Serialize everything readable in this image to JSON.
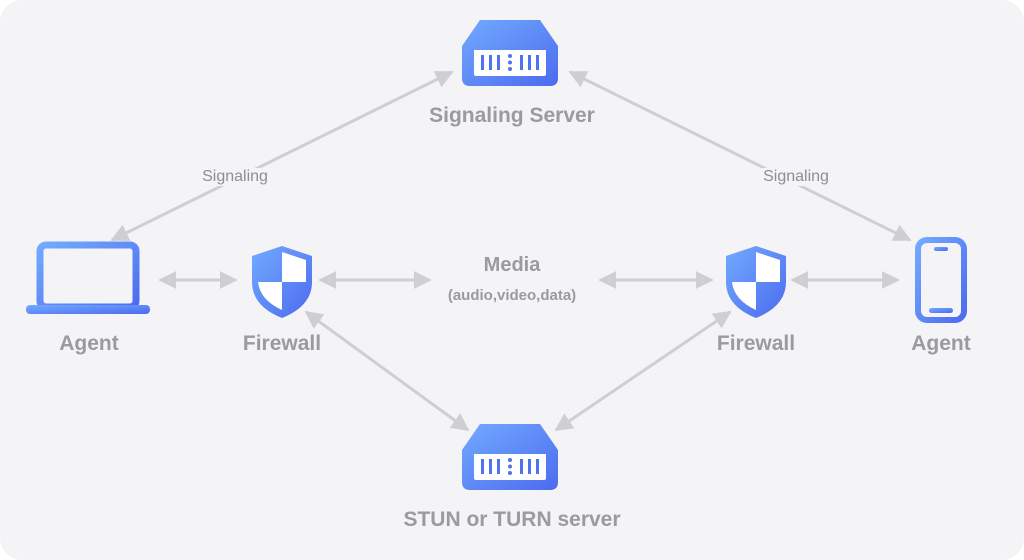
{
  "nodes": {
    "signaling_server": "Signaling Server",
    "agent_left": "Agent",
    "firewall_left": "Firewall",
    "firewall_right": "Firewall",
    "agent_right": "Agent",
    "stun_turn": "STUN or TURN server"
  },
  "edges": {
    "signaling_left": "Signaling",
    "signaling_right": "Signaling",
    "media_title": "Media",
    "media_sub": "(audio,video,data)"
  },
  "colors": {
    "icon_gradient_start": "#6ea8ff",
    "icon_gradient_end": "#4f6ef0",
    "arrow": "#cfcfd3",
    "label": "#9a9a9f"
  },
  "icons": {
    "server": "server-icon",
    "laptop": "laptop-icon",
    "shield": "shield-icon",
    "phone": "phone-icon"
  }
}
